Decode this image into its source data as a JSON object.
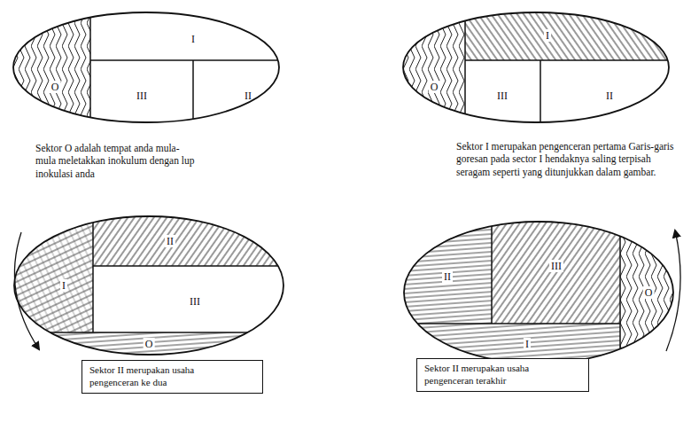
{
  "diagram": {
    "nodes": [
      {
        "text": [
          "Sektor II merupakan usaha pengenceran ke dua"
        ]
      },
      {
        "text": [
          "Sektor II merupakan usaha pengenceran terakhir"
        ]
      }
    ],
    "labels": [
      "I",
      "O",
      "III",
      "II",
      "Sektor O adalah tempat anda mula-mula meletakkan inokulum dengan lup inokulasi anda",
      "I",
      "O",
      "III",
      "II",
      "Sektor I merupakan pengenceran pertama Garis-garis goresan pada sector I hendaknya saling terpisah seragam seperti yang ditunjukkan dalam gambar.",
      "II",
      "I",
      "III",
      "O",
      "II",
      "III",
      "O",
      "I"
    ]
  }
}
